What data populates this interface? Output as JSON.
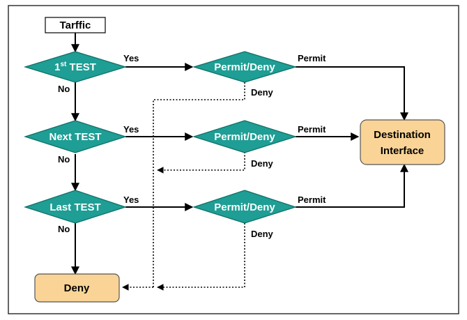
{
  "diagram": {
    "start_label": "Tarffic",
    "tests": [
      {
        "label_main": "1",
        "label_sup": "st",
        "label_rest": " TEST",
        "yes": "Yes",
        "no": "No"
      },
      {
        "label_main": "Next TEST",
        "yes": "Yes",
        "no": "No"
      },
      {
        "label_main": "Last TEST",
        "yes": "Yes",
        "no": "No"
      }
    ],
    "decisions": [
      {
        "label": "Permit/Deny",
        "permit": "Permit",
        "deny": "Deny"
      },
      {
        "label": "Permit/Deny",
        "permit": "Permit",
        "deny": "Deny"
      },
      {
        "label": "Permit/Deny",
        "permit": "Permit",
        "deny": "Deny"
      }
    ],
    "destination": {
      "line1": "Destination",
      "line2": "Interface"
    },
    "deny_box": "Deny"
  },
  "colors": {
    "diamond_fill": "#1e9e94",
    "diamond_stroke": "#0f6e67",
    "box_fill": "#fad496",
    "box_stroke": "#555555",
    "line": "#000000"
  }
}
